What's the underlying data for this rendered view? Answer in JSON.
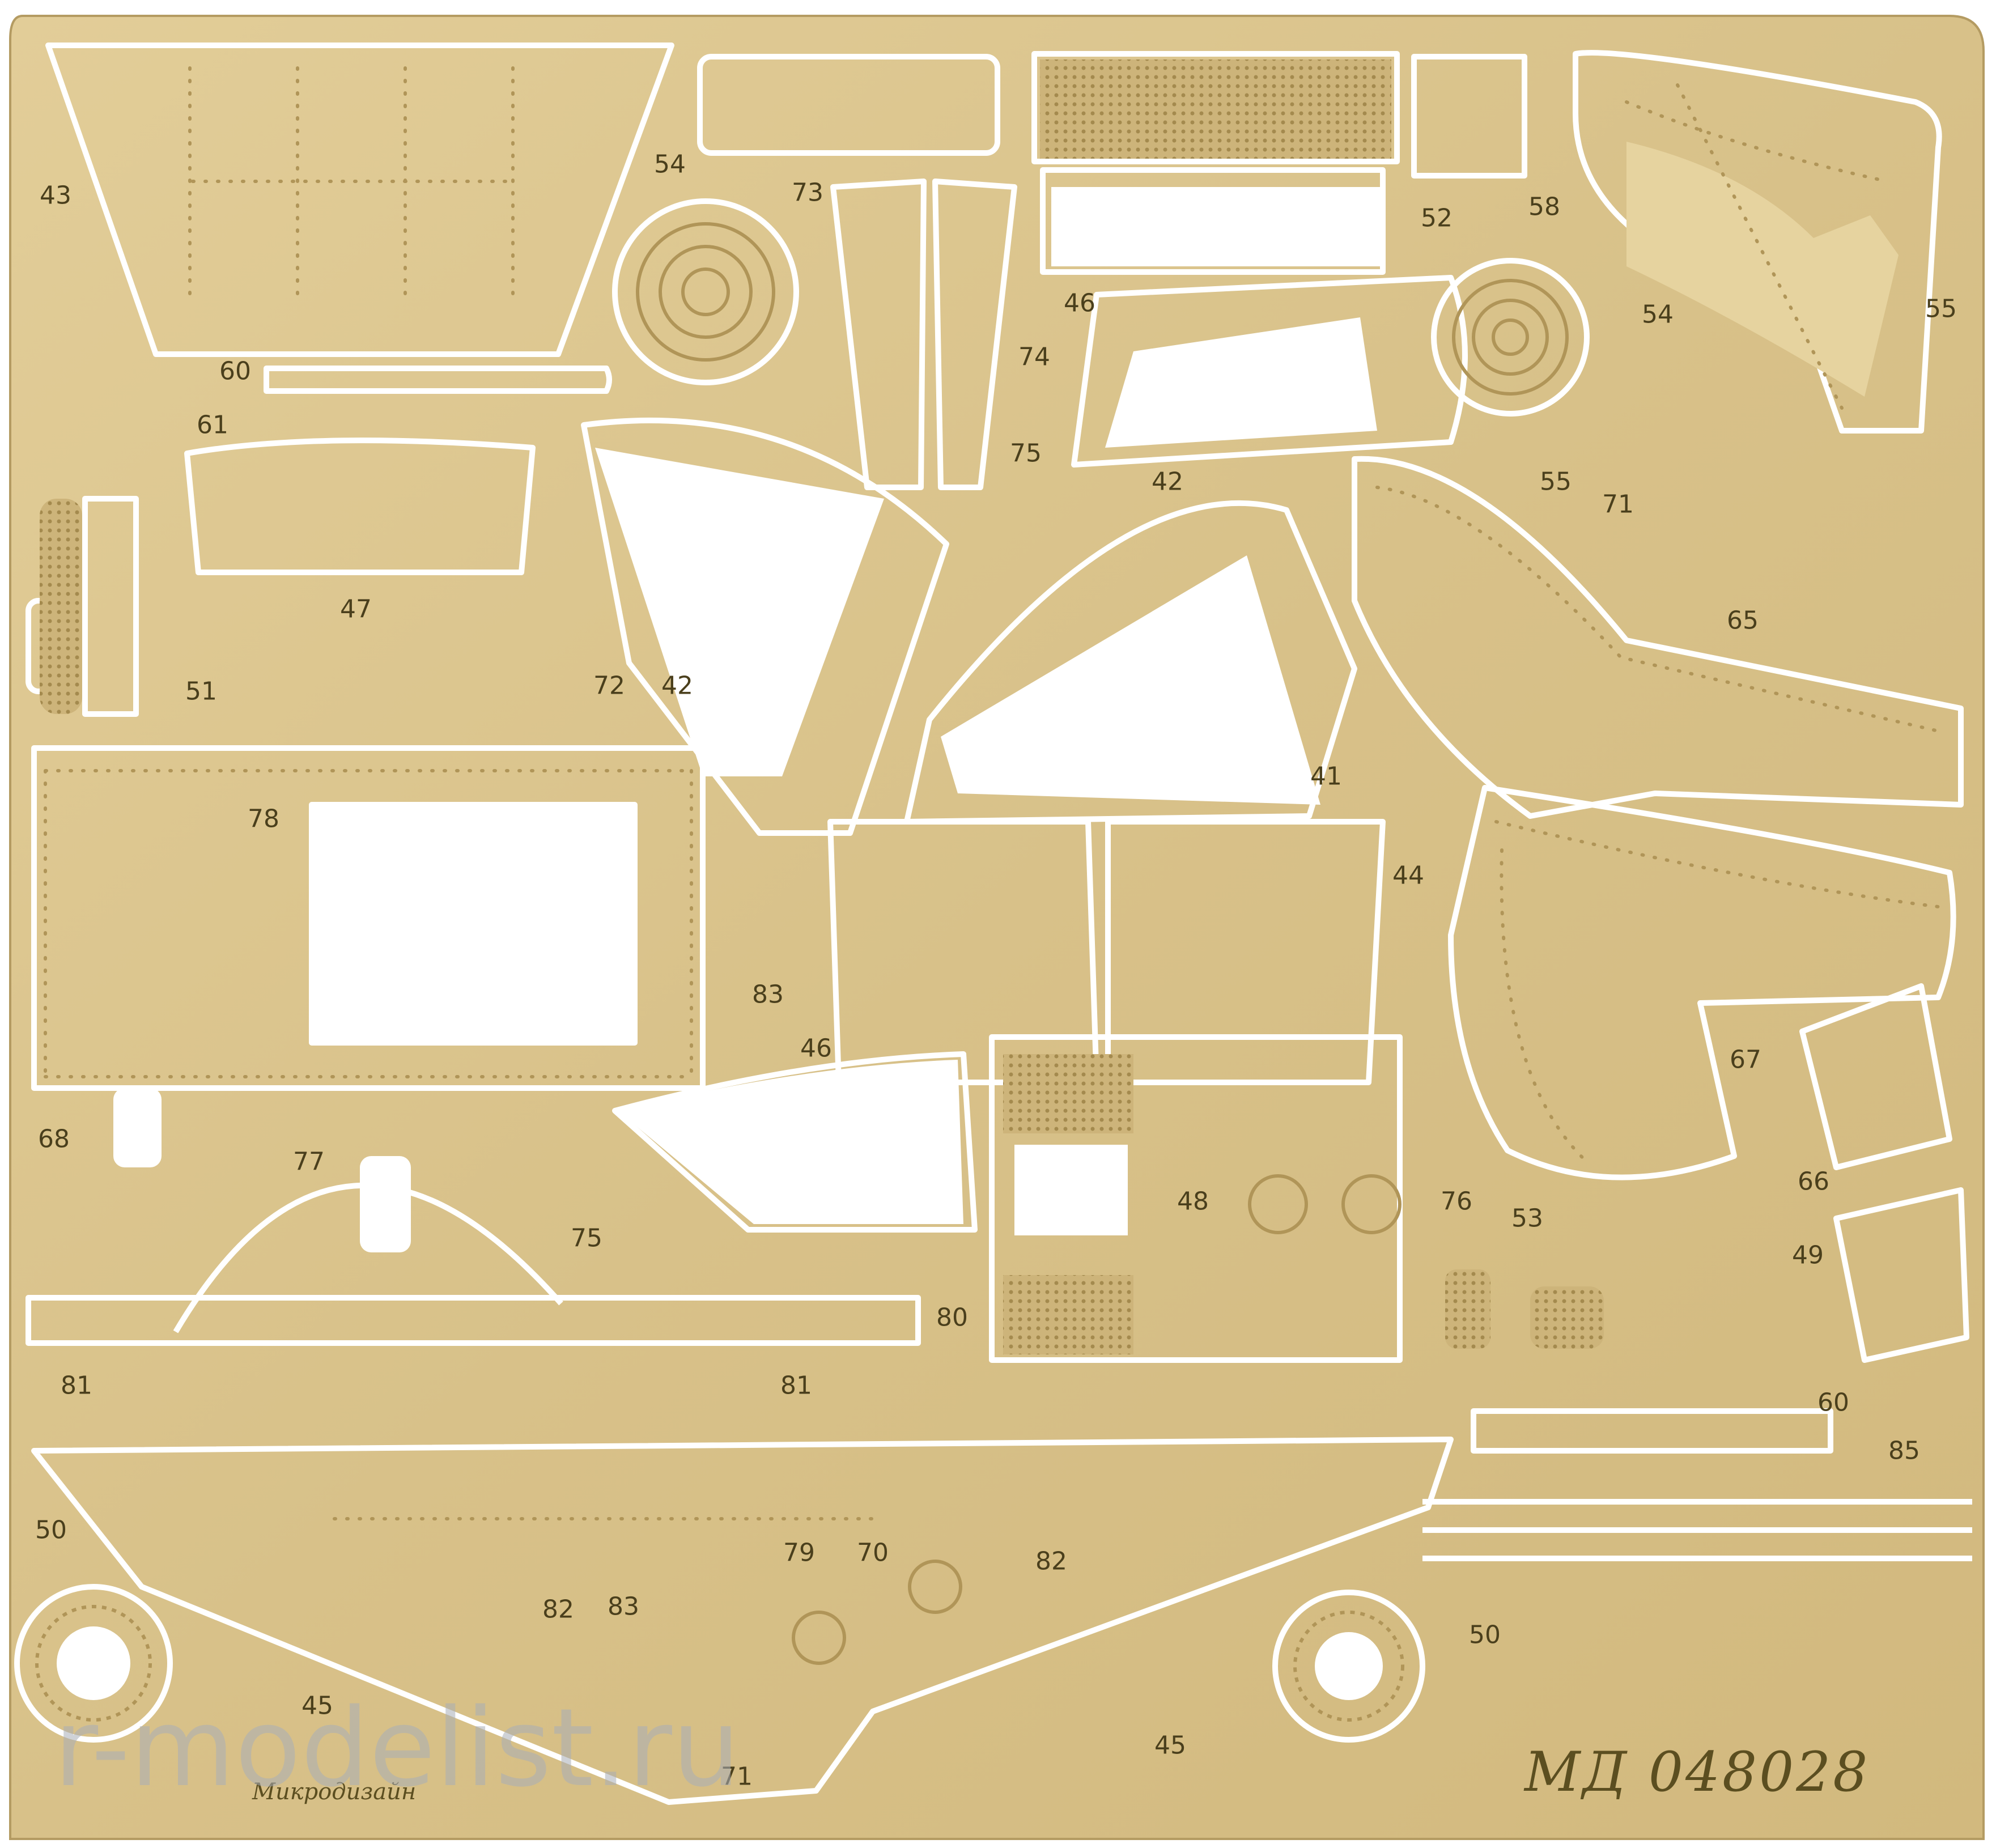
{
  "sheet": {
    "manufacturer": "Микродизайн",
    "product_code": "МД 048028",
    "watermark": "r-modelist.ru"
  },
  "colors": {
    "brass": "#dcc58f",
    "brass_dark": "#cdb47a",
    "outline": "#8a7440",
    "cutout": "#ffffff"
  },
  "part_numbers": [
    "43",
    "54",
    "73",
    "52",
    "58",
    "55",
    "60",
    "61",
    "46",
    "74",
    "54",
    "55",
    "75",
    "42",
    "71",
    "65",
    "47",
    "51",
    "72",
    "42",
    "41",
    "78",
    "83",
    "46",
    "44",
    "68",
    "77",
    "75",
    "48",
    "76",
    "53",
    "67",
    "66",
    "49",
    "80",
    "81",
    "81",
    "60",
    "85",
    "50",
    "79",
    "70",
    "82",
    "82",
    "83",
    "50",
    "45",
    "45",
    "71"
  ]
}
